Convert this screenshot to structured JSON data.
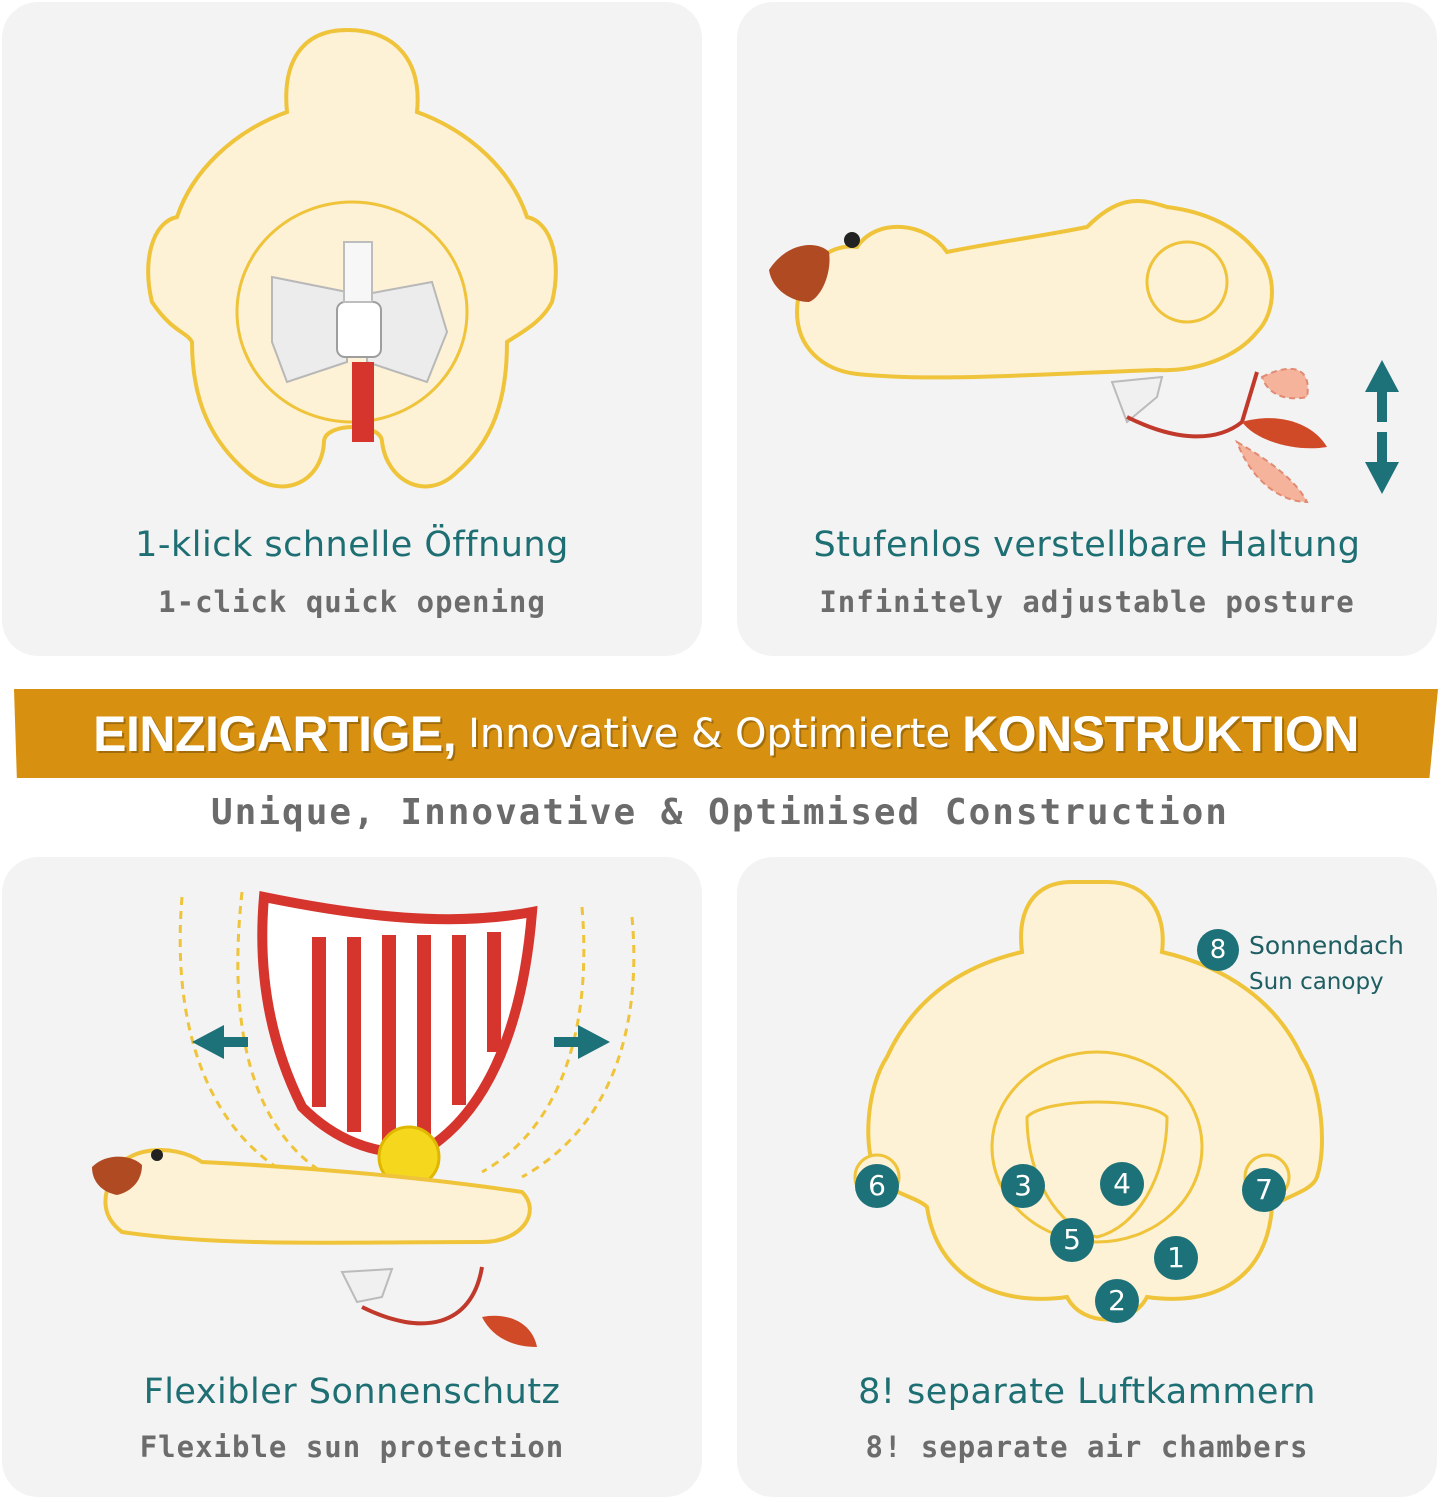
{
  "colors": {
    "card_bg": "#f3f3f3",
    "banner_bg": "#d7900f",
    "teal": "#1d7178",
    "outline_yellow": "#efc43a",
    "float_fill": "#fdf1d6",
    "strap_red": "#d5352d",
    "beak_orange": "#c64a22"
  },
  "icons": [
    "arrow-up-down-icon",
    "arrow-left-icon",
    "arrow-right-icon",
    "harness-buckle-icon",
    "duck-beak-icon",
    "sun-canopy-icon"
  ],
  "cards": {
    "quick_open": {
      "title_de": "1-klick schnelle Öffnung",
      "title_en": "1-click quick opening"
    },
    "posture": {
      "title_de": "Stufenlos verstellbare Haltung",
      "title_en": "Infinitely adjustable posture"
    },
    "sun_protection": {
      "title_de": "Flexibler Sonnenschutz",
      "title_en": "Flexible sun protection"
    },
    "air_chambers": {
      "title_de": "8! separate Luftkammern",
      "title_en": "8! separate air chambers",
      "legend_number": "8",
      "legend_de": "Sonnendach",
      "legend_en": "Sun canopy",
      "chamber_numbers": [
        "1",
        "2",
        "3",
        "4",
        "5",
        "6",
        "7"
      ]
    }
  },
  "banner": {
    "part1": "EINZIGARTIGE,",
    "part2": "Innovative & Optimierte",
    "part3": "KONSTRUKTION"
  },
  "subtitle": "Unique, Innovative & Optimised Construction"
}
